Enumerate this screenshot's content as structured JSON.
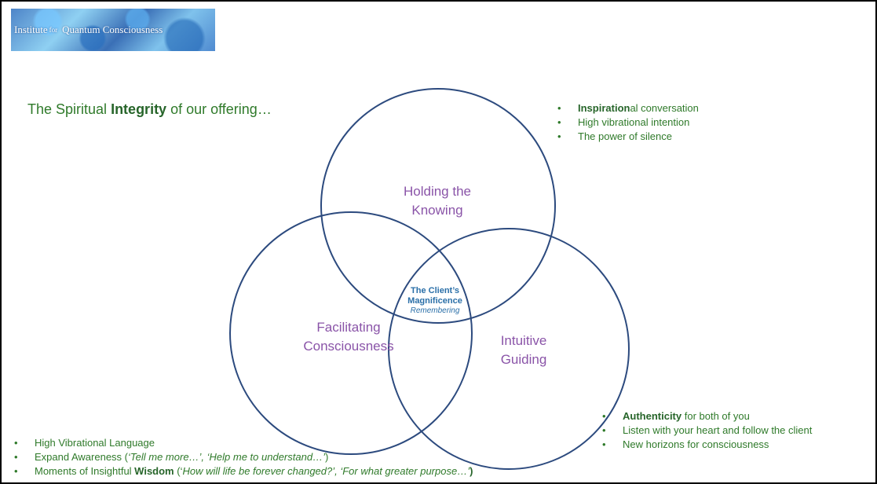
{
  "logo": {
    "pre": "Institute",
    "mid": "for",
    "post": "Quantum Consciousness"
  },
  "heading": {
    "pre": "The Spiritual ",
    "bold": "Integrity",
    "post": " of our offering…"
  },
  "circles": {
    "top": {
      "line1": "Holding the",
      "line2": "Knowing"
    },
    "left": {
      "line1": "Facilitating",
      "line2": "Consciousness"
    },
    "right": {
      "line1": "Intuitive",
      "line2": "Guiding"
    }
  },
  "center": {
    "line1": "The Client’s",
    "line2": "Magnificence",
    "sub": "Remembering"
  },
  "colors": {
    "circle_stroke": "#2c4a7e",
    "circle_label": "#8a54a8",
    "bullet_text": "#2f7a2a",
    "center_text": "#2a6fa8"
  },
  "top_bullets": [
    {
      "bold": "Inspiration",
      "rest": "al conversation"
    },
    {
      "text": "High vibrational intention"
    },
    {
      "text": "The power of silence"
    }
  ],
  "right_bullets": [
    {
      "bold": "Authenticity",
      "rest": " for both of you"
    },
    {
      "text": "Listen with your heart and follow the client"
    },
    {
      "text": "New horizons for consciousness"
    }
  ],
  "left_bullets": [
    {
      "text": "High Vibrational Language"
    },
    {
      "pre": "Expand Awareness (",
      "italic": "‘Tell me more…’, ‘Help me to understand…’",
      "post": ")"
    },
    {
      "pre": "Moments of Insightful ",
      "bold": "Wisdom",
      "mid": " (‘",
      "italic": "How will life be forever changed?’, ‘For what greater purpose…’",
      "post": ")"
    }
  ]
}
